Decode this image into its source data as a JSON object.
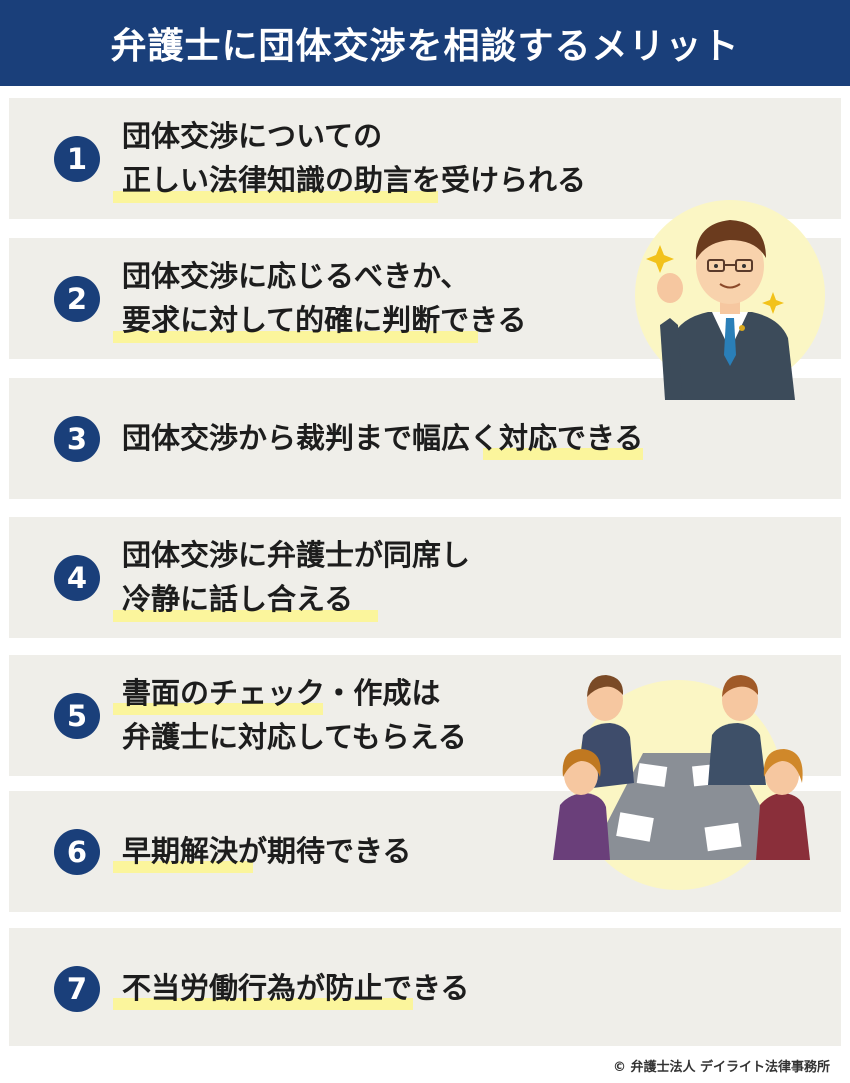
{
  "title": "弁護士に団体交渉を相談するメリット",
  "items": [
    {
      "num": "1",
      "lines": [
        "団体交渉についての",
        "正しい法律知識の助言を受けられる"
      ]
    },
    {
      "num": "2",
      "lines": [
        "団体交渉に応じるべきか、",
        "要求に対して的確に判断できる"
      ]
    },
    {
      "num": "3",
      "lines": [
        "団体交渉から裁判まで幅広く対応できる"
      ]
    },
    {
      "num": "4",
      "lines": [
        "団体交渉に弁護士が同席し",
        "冷静に話し合える"
      ]
    },
    {
      "num": "5",
      "lines": [
        "書面のチェック・作成は",
        "弁護士に対応してもらえる"
      ]
    },
    {
      "num": "6",
      "lines": [
        "早期解決が期待できる"
      ]
    },
    {
      "num": "7",
      "lines": [
        "不当労働行為が防止できる"
      ]
    }
  ],
  "footer": "© 弁護士法人 デイライト法律事務所",
  "colors": {
    "header": "#1a3f7a",
    "card": "#efeee9",
    "highlight": "#fbf59c"
  }
}
